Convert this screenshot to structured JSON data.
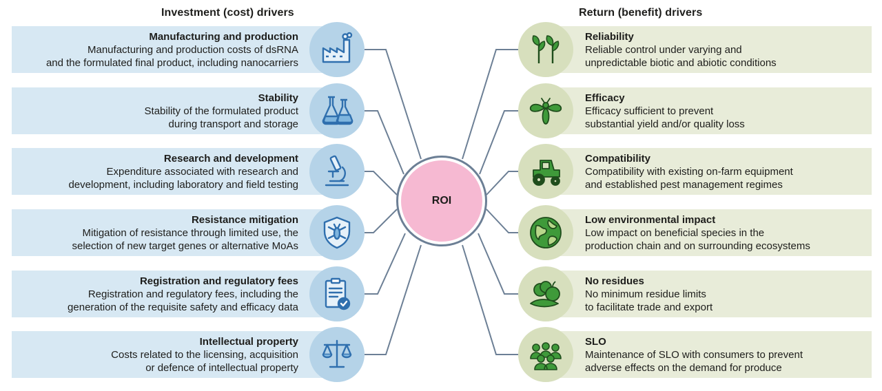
{
  "headers": {
    "left": "Investment (cost) drivers",
    "right": "Return (benefit) drivers"
  },
  "center": {
    "label": "ROI"
  },
  "left_items": [
    {
      "title": "Manufacturing and production",
      "desc": "Manufacturing and production costs of dsRNA\nand the formulated final product, including nanocarriers",
      "icon": "factory-icon"
    },
    {
      "title": "Stability",
      "desc": "Stability of the formulated product\nduring transport and storage",
      "icon": "flasks-icon"
    },
    {
      "title": "Research and development",
      "desc": "Expenditure associated with research and\ndevelopment, including laboratory and field testing",
      "icon": "microscope-icon"
    },
    {
      "title": "Resistance mitigation",
      "desc": "Mitigation of resistance through limited use, the\nselection of new target genes or alternative MoAs",
      "icon": "shield-bug-icon"
    },
    {
      "title": "Registration and regulatory fees",
      "desc": "Registration and regulatory fees, including the\ngeneration of the requisite safety and efficacy data",
      "icon": "clipboard-check-icon"
    },
    {
      "title": "Intellectual property",
      "desc": "Costs related to the licensing, acquisition\nor defence of intellectual property",
      "icon": "scales-icon"
    }
  ],
  "right_items": [
    {
      "title": "Reliability",
      "desc": "Reliable control under varying and\nunpredictable biotic and abiotic conditions",
      "icon": "plants-icon"
    },
    {
      "title": "Efficacy",
      "desc": "Efficacy sufficient to prevent\nsubstantial yield and/or quality loss",
      "icon": "insect-icon"
    },
    {
      "title": "Compatibility",
      "desc": "Compatibility with existing on-farm equipment\nand established pest management regimes",
      "icon": "tractor-icon"
    },
    {
      "title": "Low environmental impact",
      "desc": "Low impact on beneficial species in the\nproduction chain and on surrounding ecosystems",
      "icon": "globe-icon"
    },
    {
      "title": "No residues",
      "desc": "No minimum residue limits\nto facilitate trade and export",
      "icon": "produce-icon"
    },
    {
      "title": "SLO",
      "desc": "Maintenance of SLO with consumers to prevent\nadverse effects on the demand for produce",
      "icon": "crowd-icon"
    }
  ],
  "colors": {
    "left_box": "#d7e8f3",
    "left_circle": "#b5d3e8",
    "left_icon": "#2f6fae",
    "right_box": "#e8ecd9",
    "right_circle": "#d7dfbd",
    "right_icon": "#3f9a3a",
    "roi_fill": "#f6b9d2",
    "connector": "#6c7f95"
  }
}
